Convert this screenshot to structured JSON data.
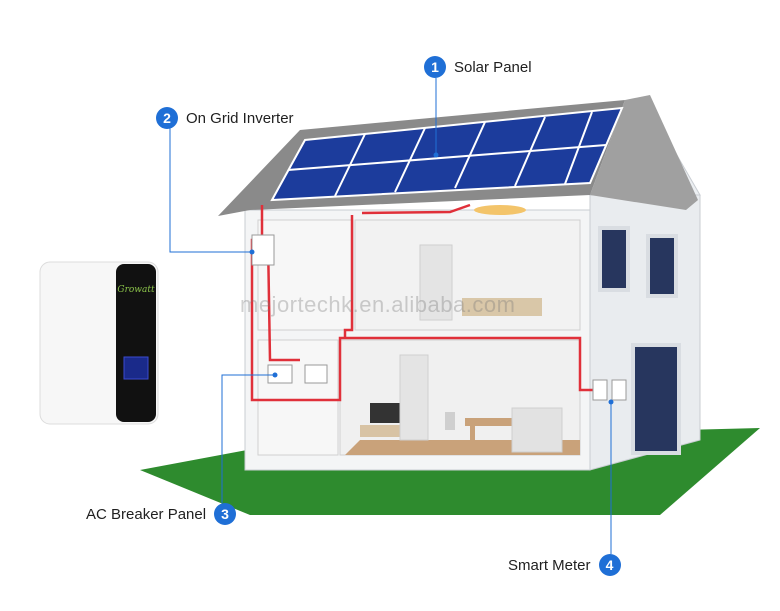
{
  "callouts": [
    {
      "number": "1",
      "label": "Solar Panel"
    },
    {
      "number": "2",
      "label": "On Grid Inverter"
    },
    {
      "number": "3",
      "label": "AC Breaker Panel"
    },
    {
      "number": "4",
      "label": "Smart Meter"
    }
  ],
  "inverter_brand": "Growatt",
  "watermark": "mejortechk.en.alibaba.com",
  "colors": {
    "badge": "#1f6fd6",
    "wiring": "#e0303a",
    "ground": "#2e8b2e",
    "roof": "#8a8a8a",
    "solar_panel": "#1c3c9c"
  }
}
